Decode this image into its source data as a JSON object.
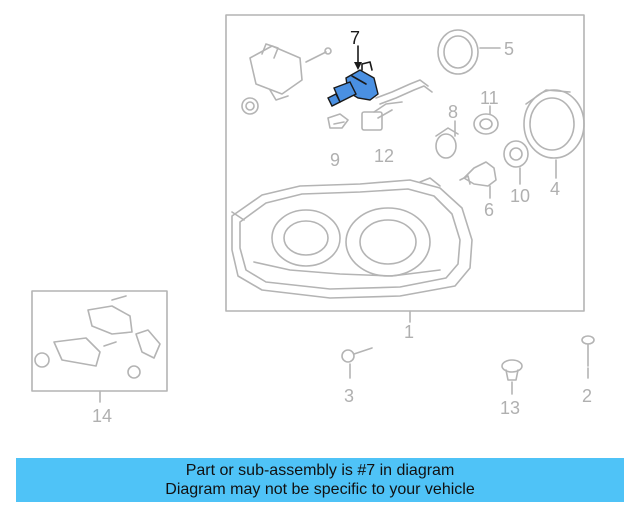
{
  "diagram": {
    "callouts": {
      "c1": "1",
      "c2": "2",
      "c3": "3",
      "c4": "4",
      "c5": "5",
      "c6": "6",
      "c7": "7",
      "c8": "8",
      "c9": "9",
      "c10": "10",
      "c11": "11",
      "c12": "12",
      "c13": "13",
      "c14": "14"
    },
    "highlight_color": "#4a90e2",
    "line_color": "#b4b4b4"
  },
  "banner": {
    "line1": "Part or sub-assembly is #7 in diagram",
    "line2": "Diagram may not be specific to your vehicle",
    "color": "#4fc3f7"
  }
}
